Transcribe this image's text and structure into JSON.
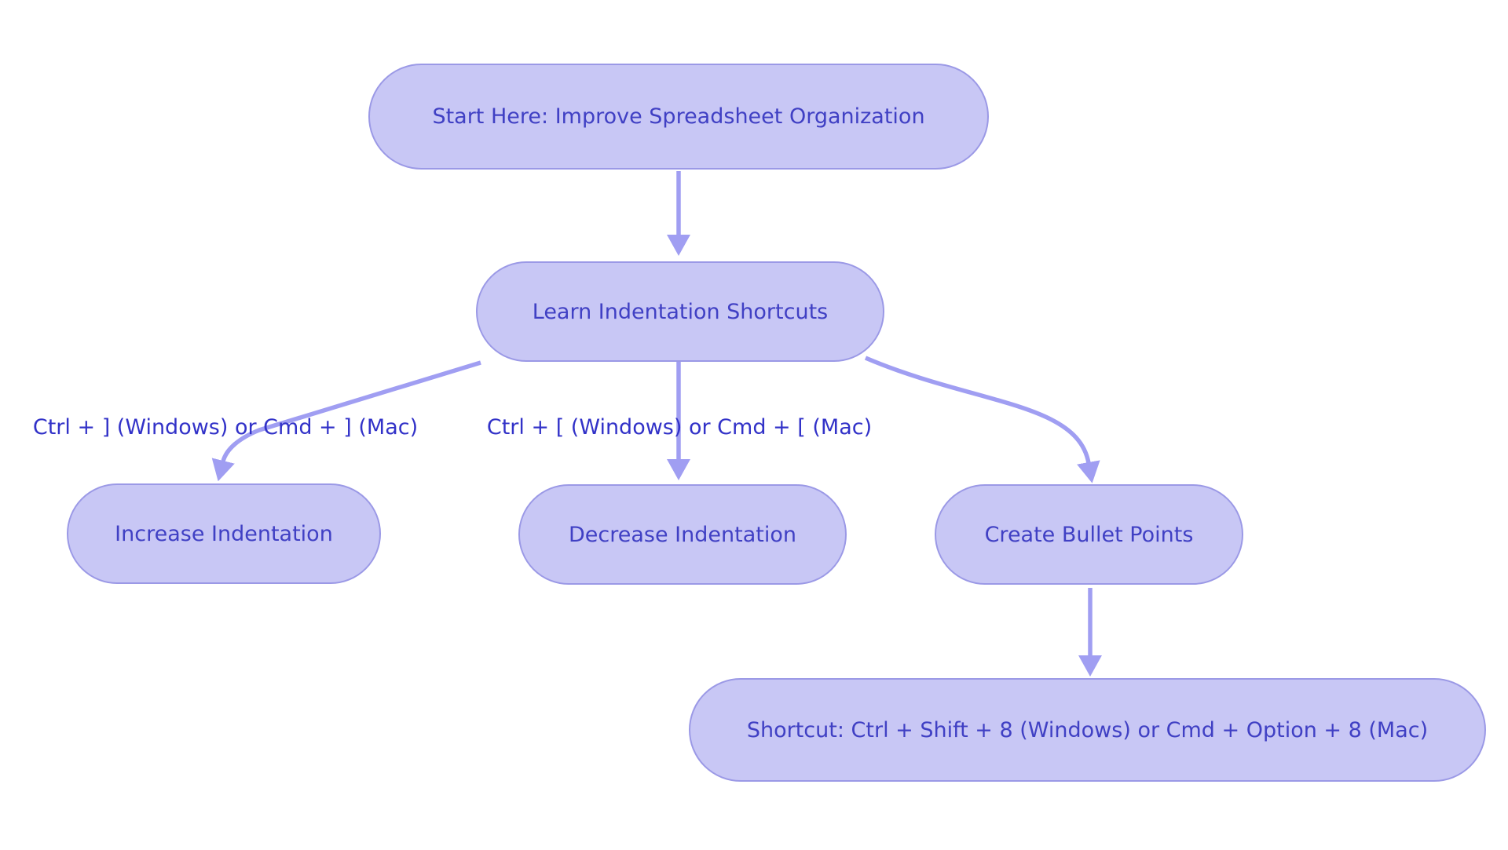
{
  "diagram": {
    "type": "flowchart",
    "direction": "top-down",
    "colors": {
      "background": "#ffffff",
      "node_fill": "#c8c7f5",
      "node_border": "#9b99e6",
      "node_text": "#4040c4",
      "edge_line": "#a09ef2",
      "edge_label_text": "#3232c8"
    },
    "nodes": [
      {
        "id": "start",
        "label": "Start Here: Improve Spreadsheet Organization"
      },
      {
        "id": "learn",
        "label": "Learn Indentation Shortcuts"
      },
      {
        "id": "increase",
        "label": "Increase Indentation"
      },
      {
        "id": "decrease",
        "label": "Decrease Indentation"
      },
      {
        "id": "bullets",
        "label": "Create Bullet Points"
      },
      {
        "id": "shortcut",
        "label": "Shortcut: Ctrl + Shift + 8 (Windows) or Cmd + Option + 8 (Mac)"
      }
    ],
    "edges": [
      {
        "from": "start",
        "to": "learn",
        "label": ""
      },
      {
        "from": "learn",
        "to": "increase",
        "label": "Ctrl + ] (Windows) or Cmd + ] (Mac)"
      },
      {
        "from": "learn",
        "to": "decrease",
        "label": "Ctrl + [ (Windows) or Cmd + [ (Mac)"
      },
      {
        "from": "learn",
        "to": "bullets",
        "label": ""
      },
      {
        "from": "bullets",
        "to": "shortcut",
        "label": ""
      }
    ]
  }
}
